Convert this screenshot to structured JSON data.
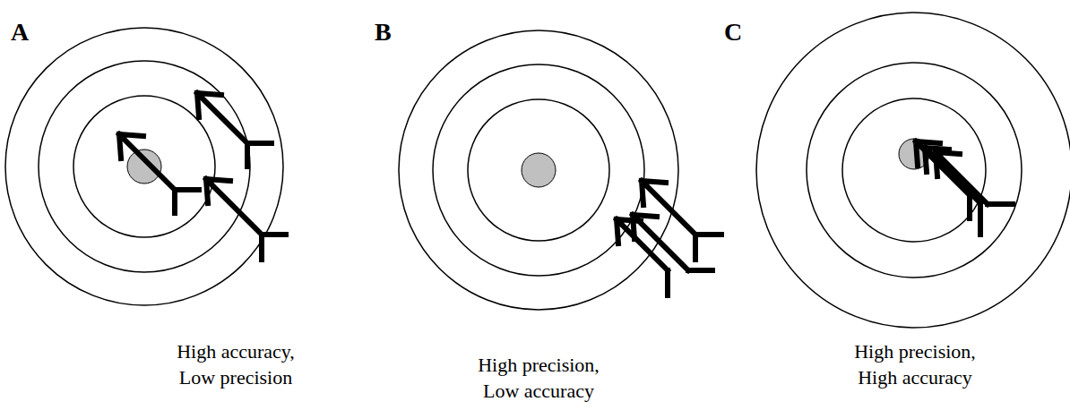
{
  "diagram": {
    "labels": [
      "A",
      "High accuracy, Low precision",
      "B",
      "High precision, Low accuracy",
      "C",
      "High precision, High accuracy"
    ]
  }
}
